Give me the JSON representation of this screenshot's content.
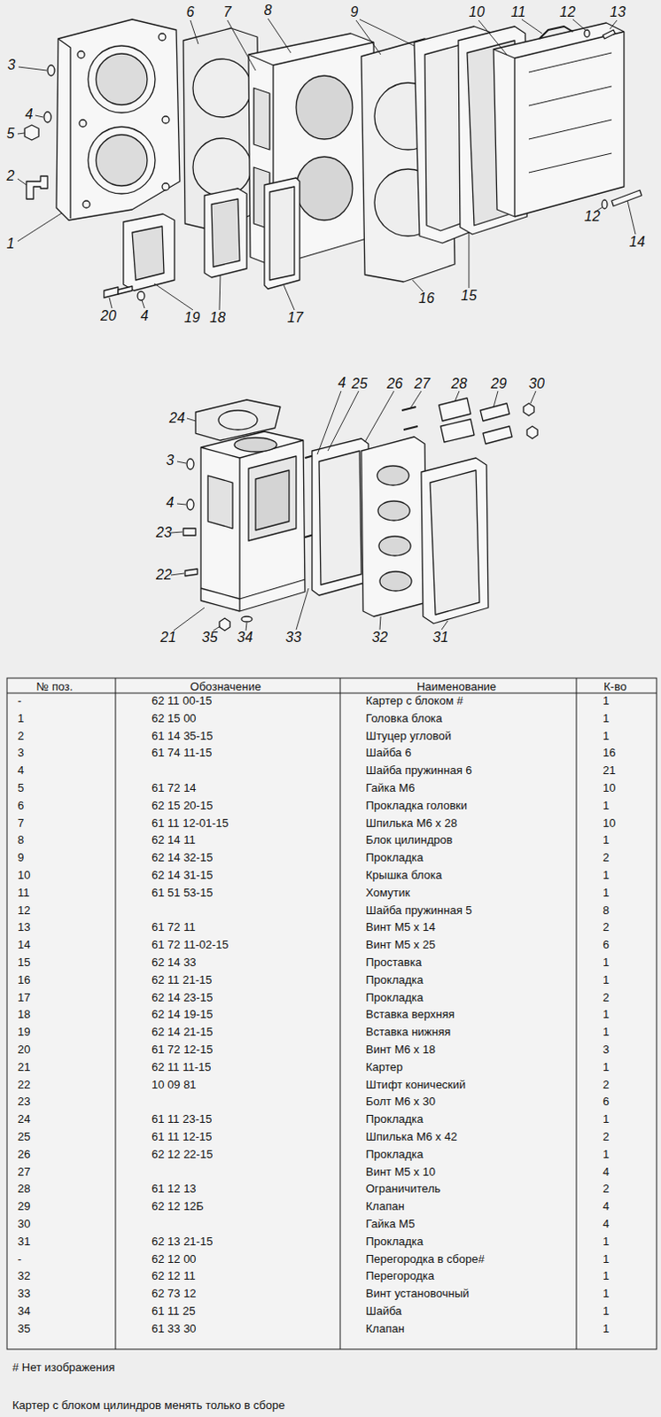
{
  "diagram": {
    "labels": [
      "6",
      "7",
      "8",
      "9",
      "10",
      "11",
      "12",
      "13",
      "3",
      "4",
      "5",
      "2",
      "1",
      "12",
      "14",
      "20",
      "4",
      "19",
      "18",
      "17",
      "16",
      "15",
      "24",
      "4",
      "25",
      "26",
      "27",
      "28",
      "29",
      "30",
      "3",
      "4",
      "23",
      "22",
      "21",
      "35",
      "34",
      "33",
      "32",
      "31",
      "№ поз.",
      "Обозначение",
      "Наименование",
      "К-во",
      "-",
      "62 11 00-15",
      "Картер с блоком #",
      "1",
      "1",
      "62 15 00",
      "Головка блока",
      "1",
      "2",
      "61 14 35-15",
      "Штуцер угловой",
      "1",
      "3",
      "61 74 11-15",
      "Шайба 6",
      "16",
      "4",
      "Шайба пружинная 6",
      "21",
      "5",
      "61 72 14",
      "Гайка М6",
      "10",
      "6",
      "62 15 20-15",
      "Прокладка головки",
      "1",
      "7",
      "61 11 12-01-15",
      "Шпилька М6 x 28",
      "10",
      "8",
      "62 14 11",
      "Блок цилиндров",
      "1",
      "9",
      "62 14 32-15",
      "Прокладка",
      "2",
      "10",
      "62 14 31-15",
      "Крышка блока",
      "1",
      "11",
      "61 51 53-15",
      "Хомутик",
      "1",
      "12",
      "Шайба пружинная 5",
      "8",
      "13",
      "61 72 11",
      "Винт М5 x 14",
      "2",
      "14",
      "61 72 11-02-15",
      "Винт М5 x 25",
      "6",
      "15",
      "62 14 33",
      "Проставка",
      "1",
      "16",
      "62 11 21-15",
      "Прокладка",
      "1",
      "17",
      "62 14 23-15",
      "Прокладка",
      "2",
      "18",
      "62 14 19-15",
      "Вставка верхняя",
      "1",
      "19",
      "62 14 21-15",
      "Вставка нижняя",
      "1",
      "20",
      "61 72 12-15",
      "Винт М6 x 18",
      "3",
      "21",
      "62 11 11-15",
      "Картер",
      "1",
      "22",
      "10 09 81",
      "Штифт конический",
      "2",
      "23",
      "Болт М6 x 30",
      "6",
      "24",
      "61 11 23-15",
      "Прокладка",
      "1",
      "25",
      "61 11 12-15",
      "Шпилька М6 x 42",
      "2",
      "26",
      "62 12 22-15",
      "Прокладка",
      "1",
      "27",
      "Винт М5 x 10",
      "4",
      "28",
      "61 12 13",
      "Ограничитель",
      "2",
      "29",
      "62 12 12Б",
      "Клапан",
      "4",
      "30",
      "Гайка М5",
      "4",
      "31",
      "62 13 21-15",
      "Прокладка",
      "1",
      "-",
      "62 12 00",
      "Перегородка в сборе#",
      "1",
      "32",
      "62 12 11",
      "Перегородка",
      "1",
      "33",
      "62 73 12",
      "Винт установочный",
      "1",
      "34",
      "61 11 25",
      "Шайба",
      "1",
      "35",
      "61 33 30",
      "Клапан",
      "1",
      "# Нет изображения",
      "Картер с блоком цилиндров менять только в сборе"
    ]
  }
}
